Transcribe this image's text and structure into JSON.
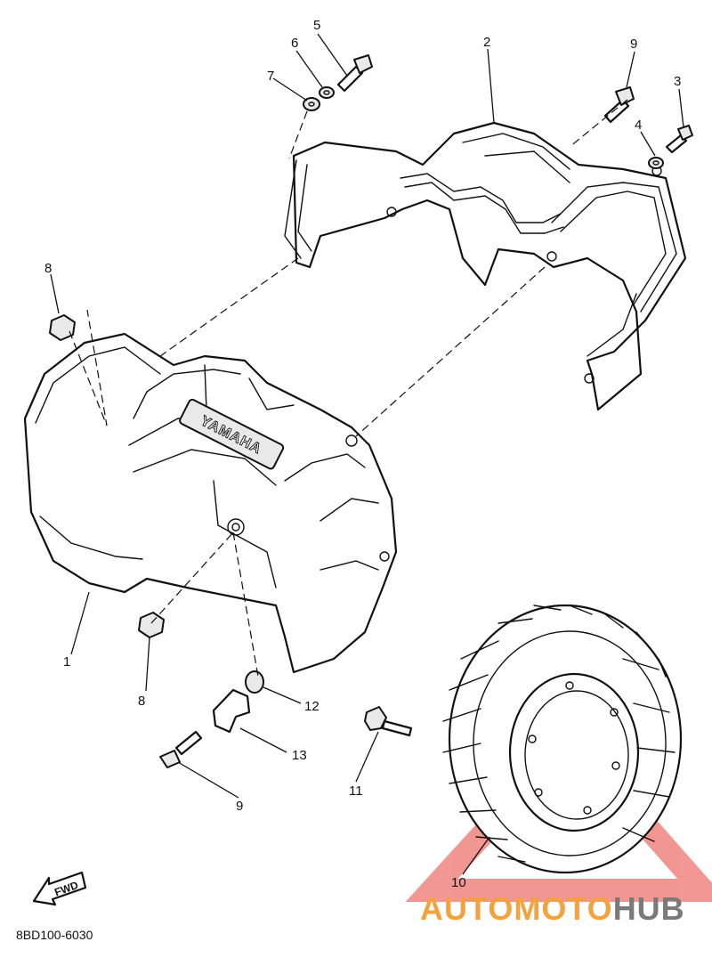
{
  "callouts": {
    "c1": "1",
    "c2": "2",
    "c3": "3",
    "c4": "4",
    "c5": "5",
    "c6": "6",
    "c7": "7",
    "c8a": "8",
    "c8b": "8",
    "c9a": "9",
    "c9b": "9",
    "c10": "10",
    "c11": "11",
    "c12": "12",
    "c13": "13"
  },
  "emboss": "YAMAHA",
  "fwd_label": "FWD",
  "reference_code": "8BD100-6030",
  "watermark": {
    "part1": "AUTO",
    "part2": "MOTO",
    "part3": "HUB",
    "color_primary": "#f2a23f",
    "color_secondary": "#7a7a7a",
    "triangle_color": "#e8423a"
  }
}
